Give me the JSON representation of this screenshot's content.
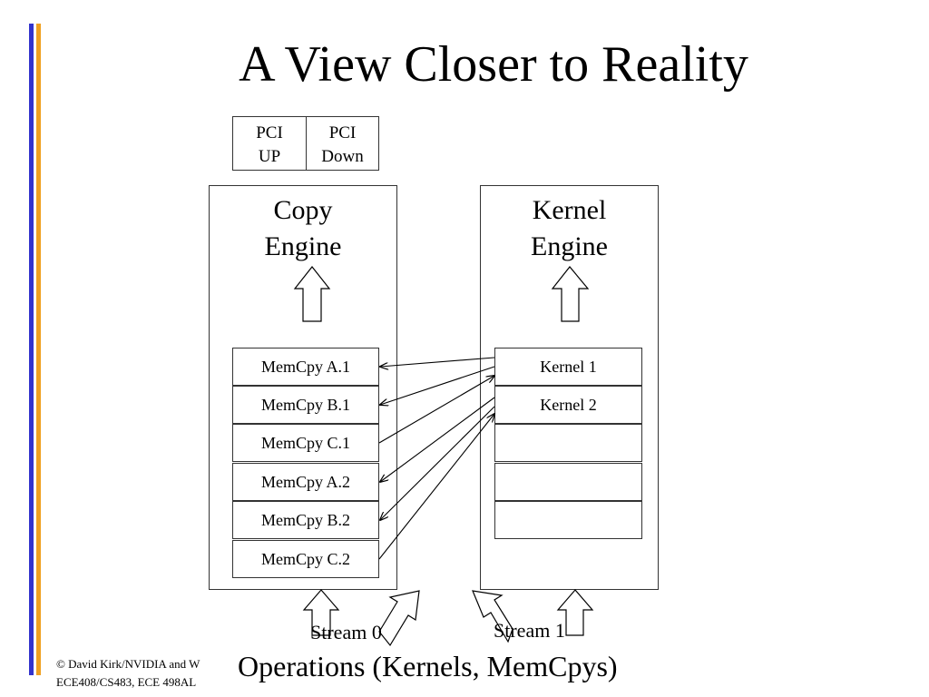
{
  "slide": {
    "title": "A View Closer to Reality",
    "footer_line1": "© David Kirk/NVIDIA and W",
    "footer_line2": "ECE408/CS483, ECE 498AL",
    "bottom_caption": "Operations (Kernels, MemCpys)"
  },
  "pci": {
    "up_line1": "PCI",
    "up_line2": "UP",
    "down_line1": "PCI",
    "down_line2": "Down"
  },
  "copy_engine": {
    "title_line1": "Copy",
    "title_line2": "Engine",
    "queue": [
      "MemCpy A.1",
      "MemCpy B.1",
      "MemCpy C.1",
      "MemCpy A.2",
      "MemCpy B.2",
      "MemCpy C.2"
    ]
  },
  "kernel_engine": {
    "title_line1": "Kernel",
    "title_line2": "Engine",
    "queue": [
      "Kernel 1",
      "Kernel 2",
      "",
      "",
      ""
    ]
  },
  "streams": {
    "stream0": "Stream 0",
    "stream1": "Stream 1"
  }
}
